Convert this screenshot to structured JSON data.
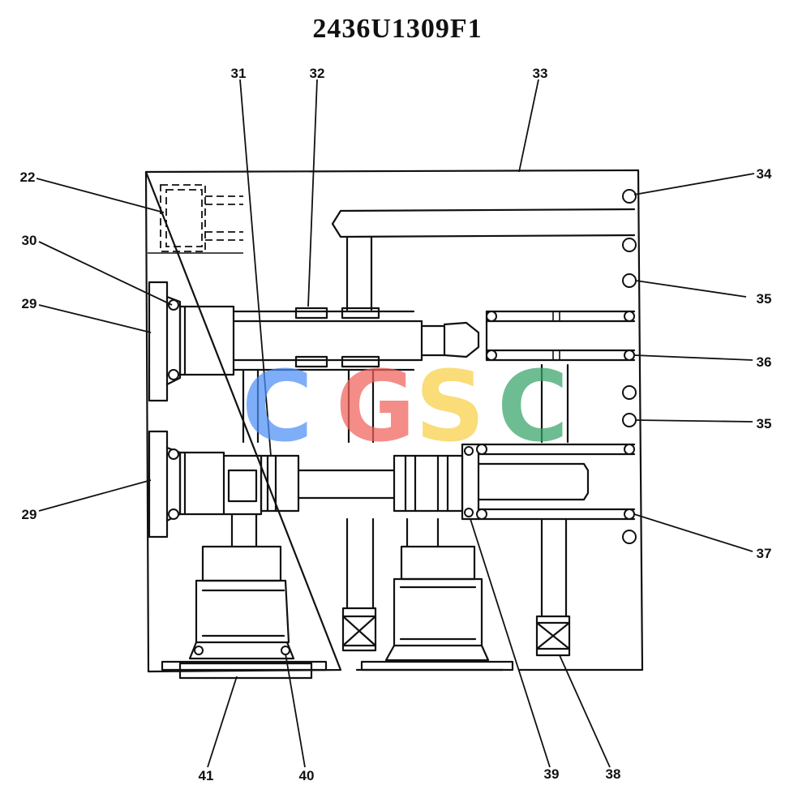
{
  "title": "2436U1309F1",
  "watermark": {
    "letters": [
      {
        "char": "C",
        "color": "#4f8ff7"
      },
      {
        "char": "G",
        "color": "#f0625a"
      },
      {
        "char": "S",
        "color": "#f9cf46"
      },
      {
        "char": "C",
        "color": "#37a569"
      }
    ]
  },
  "callouts": {
    "c22": "22",
    "c30": "30",
    "c29a": "29",
    "c29b": "29",
    "c31": "31",
    "c32": "32",
    "c33": "33",
    "c34": "34",
    "c35a": "35",
    "c36": "36",
    "c35b": "35",
    "c37": "37",
    "c38": "38",
    "c39": "39",
    "c40": "40",
    "c41": "41"
  }
}
